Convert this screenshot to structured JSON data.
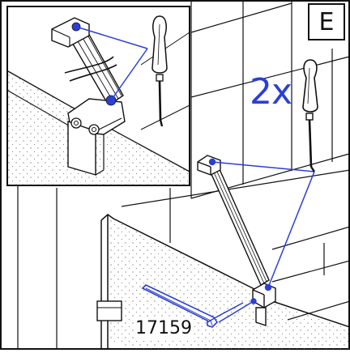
{
  "step": {
    "label": "E"
  },
  "quantity": {
    "label": "2x"
  },
  "part": {
    "number": "17159"
  },
  "colors": {
    "line": "#111111",
    "callout": "#2b3fd6",
    "inset_border": "#111111"
  },
  "icons": [
    "screwdriver-icon",
    "hex-key-icon",
    "screw-icon"
  ]
}
